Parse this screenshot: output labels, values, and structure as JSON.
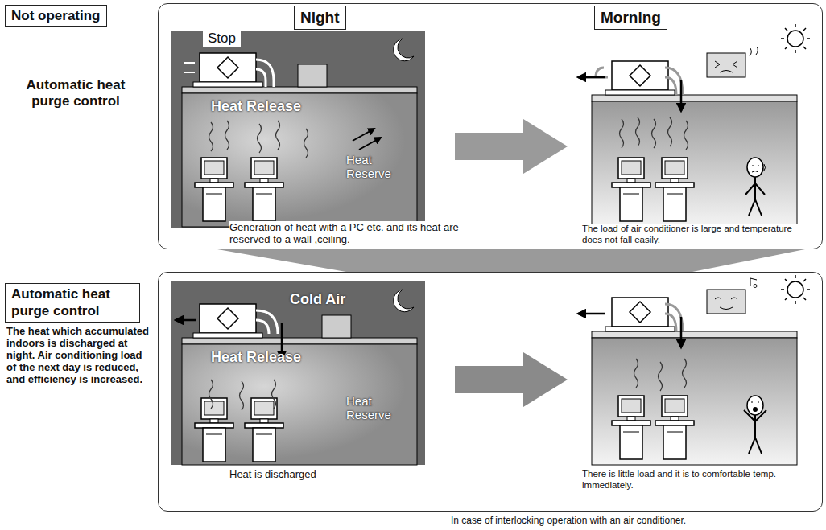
{
  "diagram": {
    "nodes": [
      {
        "text": [
          "Not operating"
        ]
      },
      {
        "text": [
          "Generation of heat with a PC etc. and its heat are reserved to a wall ,ceiling.",
          "The load of air conditioner is large and temperature does not fall easily."
        ]
      },
      {
        "text": [
          "Night"
        ],
        "in": 1
      },
      {
        "text": [
          "Morning"
        ],
        "in": 1
      },
      {
        "text": [
          "Automatic heat purge control"
        ]
      },
      {
        "text": [
          "Heat is discharged",
          "There is little load and it is to comfortable temp. immediately."
        ]
      }
    ],
    "labels": [
      "Automatic heat purge control",
      "Stop",
      "Heat Release",
      "Heat Reserve",
      "Cold Air",
      "Heat Release",
      "Heat Reserve",
      "The heat which accumulated indoors is discharged at night. Air conditioning load of the next day is reduced, and efficiency is increased.",
      "In case of interlocking operation with an air conditioner."
    ]
  }
}
